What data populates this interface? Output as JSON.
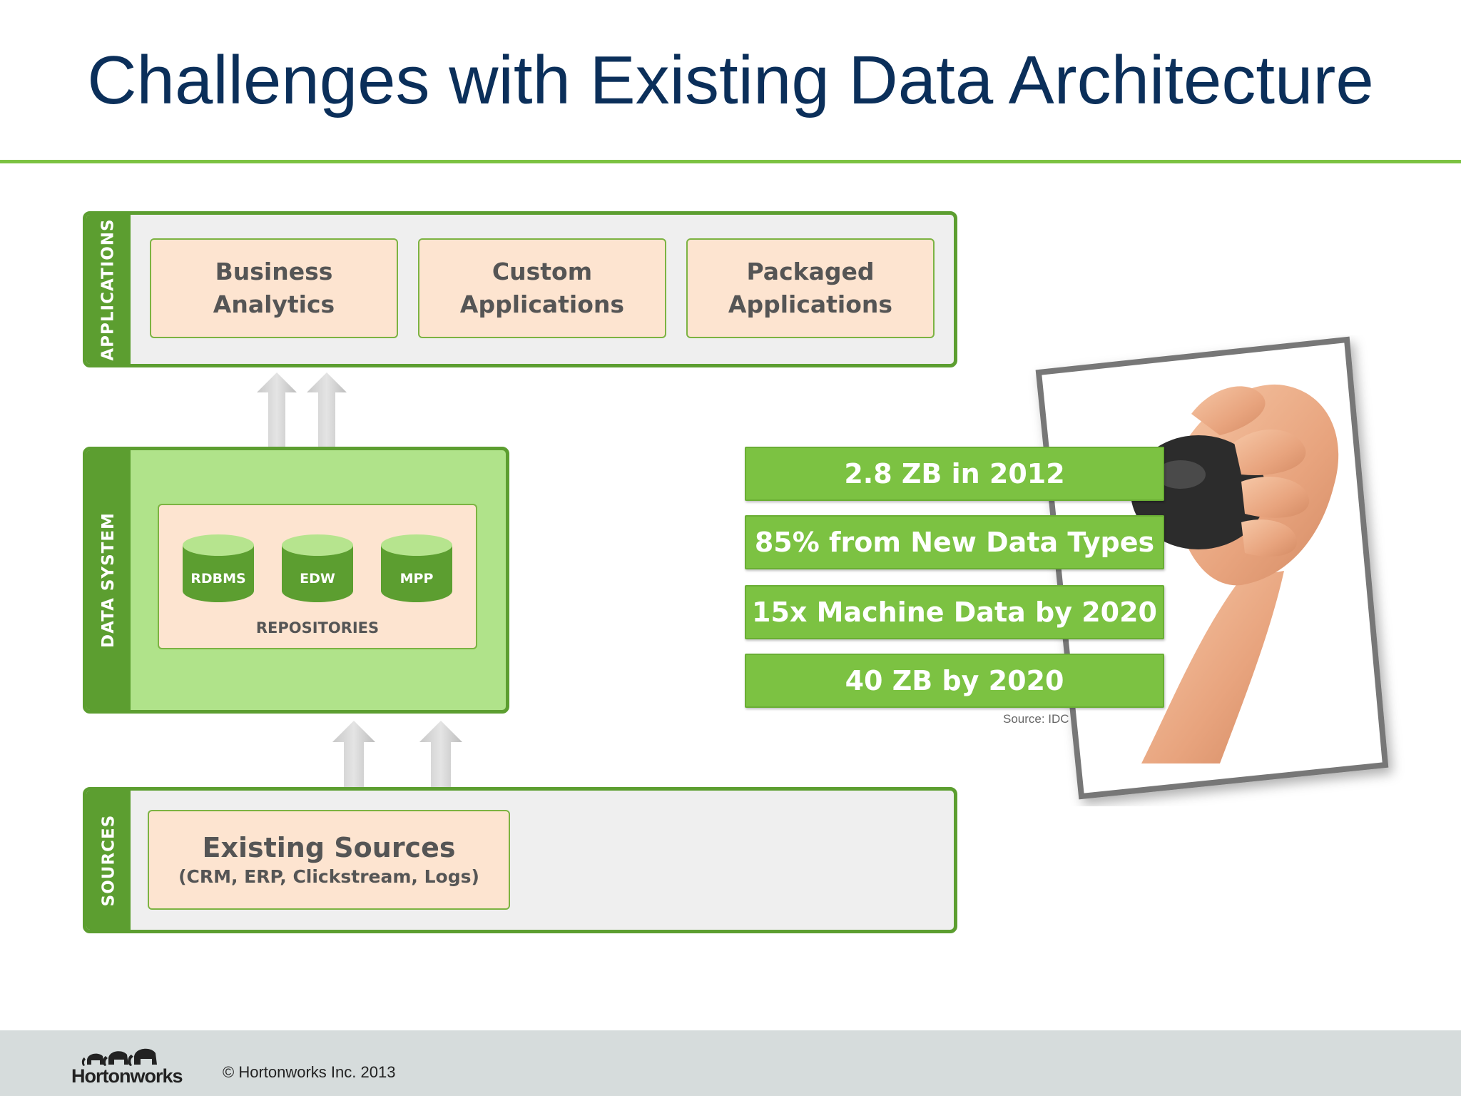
{
  "title": "Challenges with Existing Data Architecture",
  "layers": {
    "applications": {
      "label": "APPLICATIONS",
      "cards": [
        {
          "line1": "Business",
          "line2": "Analytics"
        },
        {
          "line1": "Custom",
          "line2": "Applications"
        },
        {
          "line1": "Packaged",
          "line2": "Applications"
        }
      ]
    },
    "data_system": {
      "label": "DATA  SYSTEM",
      "repositories_label": "REPOSITORIES",
      "repositories": [
        "RDBMS",
        "EDW",
        "MPP"
      ]
    },
    "sources": {
      "label": "SOURCES",
      "card_title": "Existing Sources",
      "card_subtitle": "(CRM, ERP, Clickstream, Logs)"
    }
  },
  "stats": [
    "2.8 ZB in 2012",
    "85% from New Data Types",
    "15x Machine Data by 2020",
    "40 ZB by 2020"
  ],
  "stats_source": "Source: IDC",
  "footer": {
    "logo_text": "Hortonworks",
    "copyright": "© Hortonworks Inc. 2013"
  },
  "colors": {
    "title": "#0b2f5a",
    "accent_green": "#7cc242",
    "dark_green": "#5c9e30",
    "card_fill": "#fde4d0"
  }
}
